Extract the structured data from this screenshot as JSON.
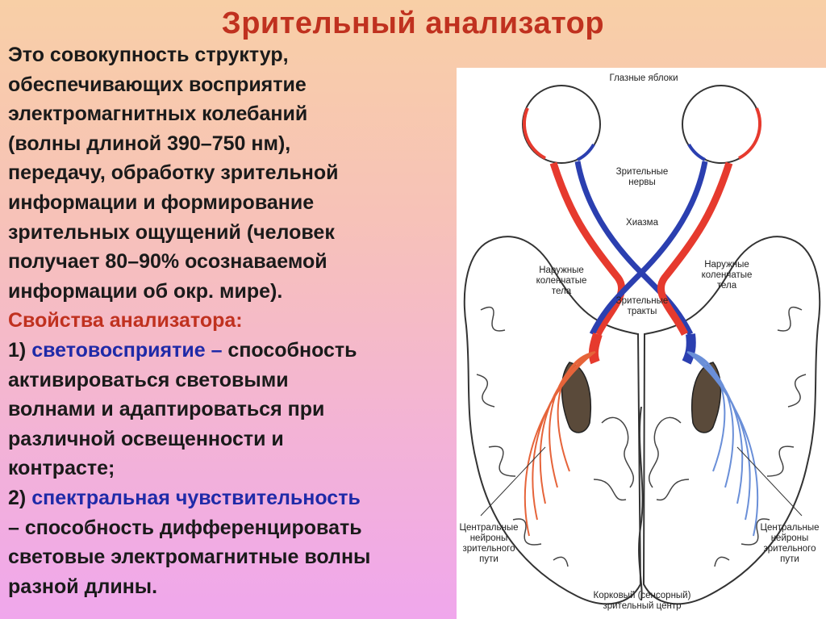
{
  "title": "Зрительный анализатор",
  "paragraph": [
    "Это совокупность структур,",
    "обеспечивающих восприятие",
    "электромагнитных колебаний",
    "(волны длиной 390–750 нм),",
    "передачу, обработку зрительной",
    "информации и формирование",
    "зрительных ощущений (человек",
    "получает 80–90% осознаваемой",
    "информации об окр. мире)."
  ],
  "properties_heading": "Свойства анализатора:",
  "property1": {
    "num": "1) ",
    "term": "световосприятие –",
    "rest_line1": " способность",
    "rest_lines": [
      "активироваться световыми",
      "волнами и адаптироваться при",
      "различной освещенности и",
      "контрасте;"
    ]
  },
  "property2": {
    "num": "2) ",
    "term": "спектральная чувствительность",
    "rest_lines": [
      "– способность дифференцировать",
      "световые электромагнитные волны",
      "разной длины."
    ]
  },
  "diagram_labels": {
    "eyeballs": "Глазные яблоки",
    "optic_nerves": "Зрительные\nнервы",
    "chiasm": "Хиазма",
    "lgn_left": "Наружные\nколенчатые\nтела",
    "lgn_right": "Наружные\nколенчатые\nтела",
    "optic_tracts": "Зрительные\nтракты",
    "central_left": "Центральные\nнейроны\nзрительного\nпути",
    "central_right": "Центральные\nнейроны\nзрительного\nпути",
    "cortex": "Корковый (сенсорный)\nзрительный центр"
  },
  "colors": {
    "title_red": "#c0311f",
    "term_blue": "#1f2aa8",
    "pathway_red": "#e63a2e",
    "pathway_blue": "#2b3fb0"
  }
}
